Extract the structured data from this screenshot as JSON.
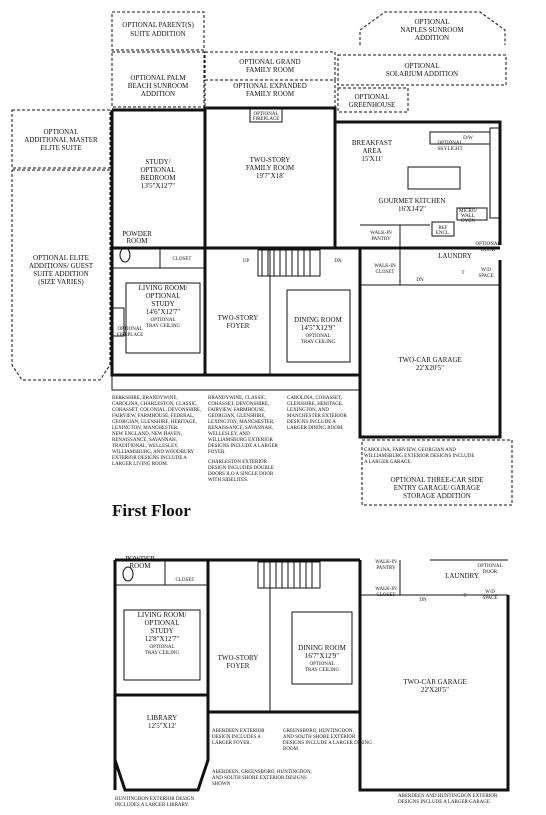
{
  "title": "First Floor",
  "top_plan": {
    "optional_additions": {
      "parents_suite": [
        "OPTIONAL PARENT(S)",
        "SUITE ADDITION"
      ],
      "naples_sunroom": [
        "OPTIONAL",
        "NAPLES SUNROOM",
        "ADDITION"
      ],
      "grand_family_room": [
        "OPTIONAL GRAND",
        "FAMILY ROOM"
      ],
      "solarium": [
        "OPTIONAL",
        "SOLARIUM ADDITION"
      ],
      "palm_beach_sunroom": [
        "OPTIONAL PALM",
        "BEACH SUNROOM",
        "ADDITION"
      ],
      "expanded_family_room": [
        "OPTIONAL EXPANDED",
        "FAMILY ROOM"
      ],
      "greenhouse": [
        "OPTIONAL",
        "GREENHOUSE"
      ],
      "master_elite_suite": [
        "OPTIONAL",
        "ADDITIONAL MASTER",
        "ELITE SUITE"
      ],
      "elite_guest_suite": [
        "OPTIONAL ELITE",
        "ADDITIONS/ GUEST",
        "SUITE ADDITION",
        "(SIZE VARIES)"
      ],
      "three_car_garage": [
        "OPTIONAL THREE-CAR SIDE",
        "ENTRY GARAGE/ GARAGE",
        "STORAGE ADDITION"
      ]
    },
    "rooms": {
      "study": [
        "STUDY/",
        "OPTIONAL",
        "BEDROOM",
        "13'5\"X12'7\""
      ],
      "family_room": [
        "TWO-STORY",
        "FAMILY ROOM",
        "19'7\"X18'"
      ],
      "breakfast": [
        "BREAKFAST",
        "AREA",
        "15'X11'"
      ],
      "kitchen": [
        "GOURMET KITCHEN",
        "16'X14'2\""
      ],
      "powder": [
        "POWDER",
        "ROOM"
      ],
      "closet": "CLOSET",
      "living_room": [
        "LIVING ROOM/",
        "OPTIONAL",
        "STUDY",
        "14'6\"X12'7\"",
        "OPTIONAL",
        "TRAY CEILING"
      ],
      "foyer": [
        "TWO-STORY",
        "FOYER"
      ],
      "dining_room": [
        "DINING ROOM",
        "14'5\"X12'9\"",
        "OPTIONAL",
        "TRAY CEILING"
      ],
      "walkin_pantry": [
        "WALK-IN",
        "PANTRY"
      ],
      "walkin_closet": [
        "WALK-IN",
        "CLOSET"
      ],
      "laundry": "LAUNDRY",
      "garage": [
        "TWO-CAR GARAGE",
        "22'X20'5\""
      ]
    },
    "fixtures": {
      "fireplace_family": [
        "OPTIONAL",
        "FIREPLACE"
      ],
      "fireplace_living": [
        "OPTIONAL",
        "FIREPLACE"
      ],
      "skylight": [
        "OPTIONAL",
        "SKYLIGHT"
      ],
      "dw": "D/W",
      "micro": [
        "MICRO/",
        "WALL",
        "OVEN"
      ],
      "ref": [
        "REF",
        "ENCL."
      ],
      "optional_door": [
        "OPTIONAL",
        "DOOR"
      ],
      "wd": [
        "W/D",
        "SPACE"
      ],
      "t": "T",
      "up": "UP",
      "dn": "DN"
    },
    "notes": {
      "left": [
        "BERKSHIRE, BRANDYWINE,",
        "CAROLINA, CHARLESTON, CLASSIC,",
        "COHASSET, COLONIAL, DEVONSHIRE,",
        "FAIRVIEW, FARMHOUSE, FEDERAL,",
        "GEORGIAN, GLENSHIRE, HERITAGE,",
        "LEXINGTON, MANCHESTER,",
        "NEW ENGLAND, NEW HAVEN,",
        "RENAISSANCE, SAVANNAH,",
        "TRADITIONAL, WELLESLEY,",
        "WILLIAMSBURG, AND WOODBURY",
        "EXTERIOR DESIGNS INCLUDE A",
        "LARGER LIVING ROOM."
      ],
      "middle": [
        "BRANDYWINE, CLASSIC,",
        "COHASSET, DEVONSHIRE,",
        "FAIRVIEW, FARMHOUSE,",
        "GEORGIAN, GLENSHIRE,",
        "LEXINGTON, MANCHESTER,",
        "RENAISSANCE, SAVANNAH,",
        "WELLESLEY, AND",
        "WILLIAMSBURG EXTERIOR",
        "DESIGNS INCLUDE A LARGER",
        "FOYER."
      ],
      "middle2": [
        "CHARLESTON EXTERIOR",
        "DESIGN INCLUDES DOUBLE",
        "DOORS ILO A SINGLE DOOR",
        "WITH SIDELITES."
      ],
      "right": [
        "CAROLINA, COHASSET,",
        "GLENSHIRE, HERITAGE,",
        "LEXINGTON, AND",
        "MANCHESTER EXTERIOR",
        "DESIGNS INCLUDE A",
        "LARGER DINING ROOM."
      ],
      "garage": [
        "CAROLINA, FAIRVIEW, GEORGIAN AND",
        "WILLIAMSBURG EXTERIOR DESIGNS INCLUDE",
        "A LARGER GARAGE."
      ]
    }
  },
  "bottom_plan": {
    "rooms": {
      "powder": [
        "POWDER",
        "ROOM"
      ],
      "closet": "CLOSET",
      "walkin_pantry": [
        "WALK-IN",
        "PANTRY"
      ],
      "walkin_closet": [
        "WALK-IN",
        "CLOSET"
      ],
      "laundry": "LAUNDRY",
      "living_room": [
        "LIVING ROOM/",
        "OPTIONAL",
        "STUDY",
        "12'8\"X12'7\"",
        "OPTIONAL",
        "TRAY CEILING"
      ],
      "foyer": [
        "TWO-STORY",
        "FOYER"
      ],
      "dining_room": [
        "DINING ROOM",
        "16'7\"X12'9\"",
        "OPTIONAL",
        "TRAY CEILING"
      ],
      "garage": [
        "TWO-CAR GARAGE",
        "22'X20'5\""
      ],
      "library": [
        "LIBRARY",
        "12'5\"X12'"
      ]
    },
    "fixtures": {
      "optional_door": [
        "OPTIONAL",
        "DOOR"
      ],
      "wd": [
        "W/D",
        "SPACE"
      ],
      "t": "T",
      "dn": "DN"
    },
    "notes": {
      "foyer": [
        "ABERDEEN EXTERIOR",
        "DESIGN INCLUDES A",
        "LARGER FOYER."
      ],
      "dining": [
        "GREENSBORO, HUNTINGDON,",
        "AND SOUTH SHORE EXTERIOR",
        "DESIGNS INCLUDE A LARGER DINING",
        "ROOM."
      ],
      "shown": [
        "ABERDEEN, GREENSBORO, HUNTINGDON,",
        "AND SOUTH SHORE EXTERIOR DESIGNS",
        "SHOWN"
      ],
      "library": [
        "HUNTINGDON EXTERIOR DESIGN",
        "INCLUDES A LARGER LIBRARY."
      ],
      "garage": [
        "ABERDEEN AND HUNTINGDON EXTERIOR",
        "DESIGNS INCLUDE A LARGER GARAGE."
      ]
    }
  }
}
